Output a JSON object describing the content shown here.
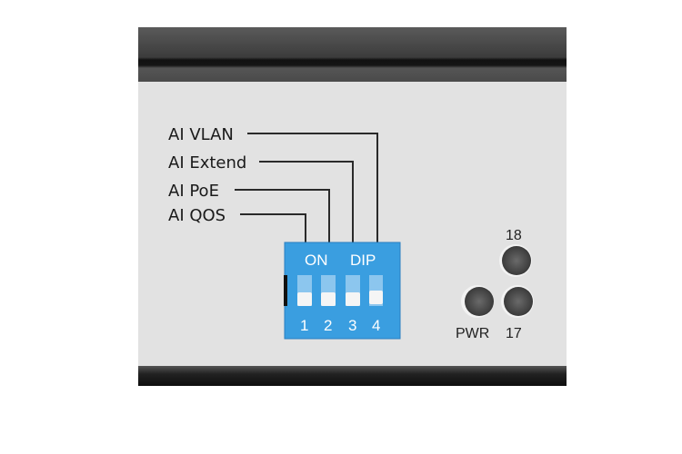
{
  "dip_labels": [
    "AI VLAN",
    "AI Extend",
    "AI PoE",
    "AI QOS"
  ],
  "dip_switch": {
    "on_label": "ON",
    "dip_label": "DIP",
    "numbers": [
      "1",
      "2",
      "3",
      "4"
    ],
    "color": "#3a9ee0"
  },
  "leds": {
    "led_18": "18",
    "pwr": "PWR",
    "led_17": "17"
  }
}
